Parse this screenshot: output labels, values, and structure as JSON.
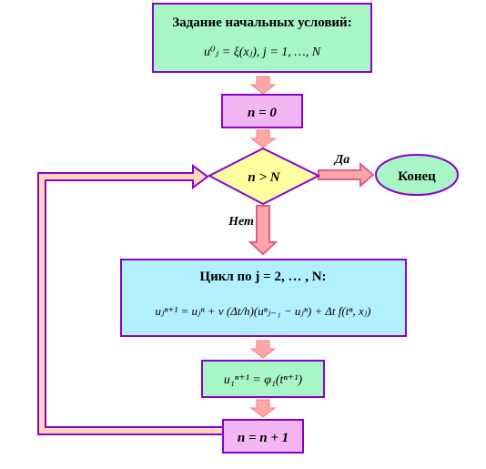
{
  "colors": {
    "box_stroke": "#8b00cc",
    "green_fill": "#a8f5c6",
    "pink_fill": "#f1b6f3",
    "yellow_fill": "#ffffa0",
    "cyan_fill": "#b3f0ff",
    "arrow_fill": "#ffa6a6",
    "arrow_stroke": "#e05a8c",
    "loop_fill": "#ffd9b3"
  },
  "nodes": {
    "init_title": "Задание начальных условий:",
    "init_formula": "u⁰ⱼ = ξ(xⱼ),    j = 1, …, N",
    "set_n": "n = 0",
    "decision": "n > N",
    "end": "Конец",
    "loop_title": "Цикл по j = 2, … , N:",
    "loop_formula": "uⱼⁿ⁺¹ = uⱼⁿ + ν (Δt/h)(uⁿⱼ₋₁ − uⱼⁿ) + Δt f(tⁿ, xⱼ)",
    "boundary": "u₁ⁿ⁺¹ = φ₁(tⁿ⁺¹)",
    "increment": "n = n + 1"
  },
  "labels": {
    "yes": "Да",
    "no": "Нет"
  }
}
